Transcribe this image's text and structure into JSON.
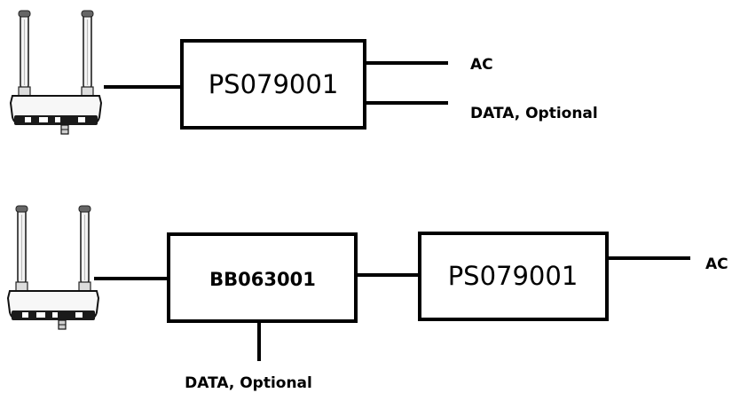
{
  "diagram1": {
    "box_label": "PS079001",
    "output_top": "AC",
    "output_bottom": "DATA, Optional"
  },
  "diagram2": {
    "box1_label": "BB063001",
    "box2_label": "PS079001",
    "output_right": "AC",
    "output_bottom": "DATA, Optional"
  },
  "colors": {
    "line": "#000000",
    "background": "#ffffff"
  }
}
